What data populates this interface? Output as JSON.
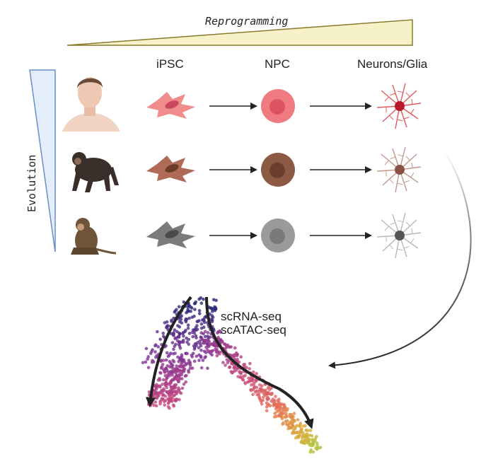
{
  "reprogramming_label": "Reprogramming",
  "evolution_label": "Evolution",
  "stages": {
    "ipsc": "iPSC",
    "npc": "NPC",
    "neurons": "Neurons/Glia"
  },
  "assays": {
    "rna": "scRNA-seq",
    "atac": "scATAC-seq"
  },
  "species": [
    {
      "icon": "human-icon",
      "colors": {
        "ipsc": "#f08c8c",
        "nucleus": "#c9485a",
        "npc": "#ef7b80",
        "npc_core": "#dd5360",
        "neuron": "#e05a5e",
        "neuron_core": "#b8192a"
      }
    },
    {
      "icon": "chimpanzee-icon",
      "colors": {
        "ipsc": "#b06a58",
        "nucleus": "#6e3a2c",
        "npc": "#8c5a42",
        "npc_core": "#6a3e2c",
        "neuron": "#c09a8e",
        "neuron_core": "#8a5244"
      }
    },
    {
      "icon": "macaque-icon",
      "colors": {
        "ipsc": "#7b7b7b",
        "nucleus": "#4a4a4a",
        "npc": "#9a9a9a",
        "npc_core": "#7a7a7a",
        "neuron": "#b8b8b8",
        "neuron_core": "#555555"
      }
    }
  ],
  "colors": {
    "reprogramming_fill": "#f7f1c8",
    "reprogramming_stroke": "#8b7a2c",
    "evolution_fill": "#e3eefa",
    "evolution_stroke": "#6a8fc8",
    "arrow": "#222222"
  }
}
